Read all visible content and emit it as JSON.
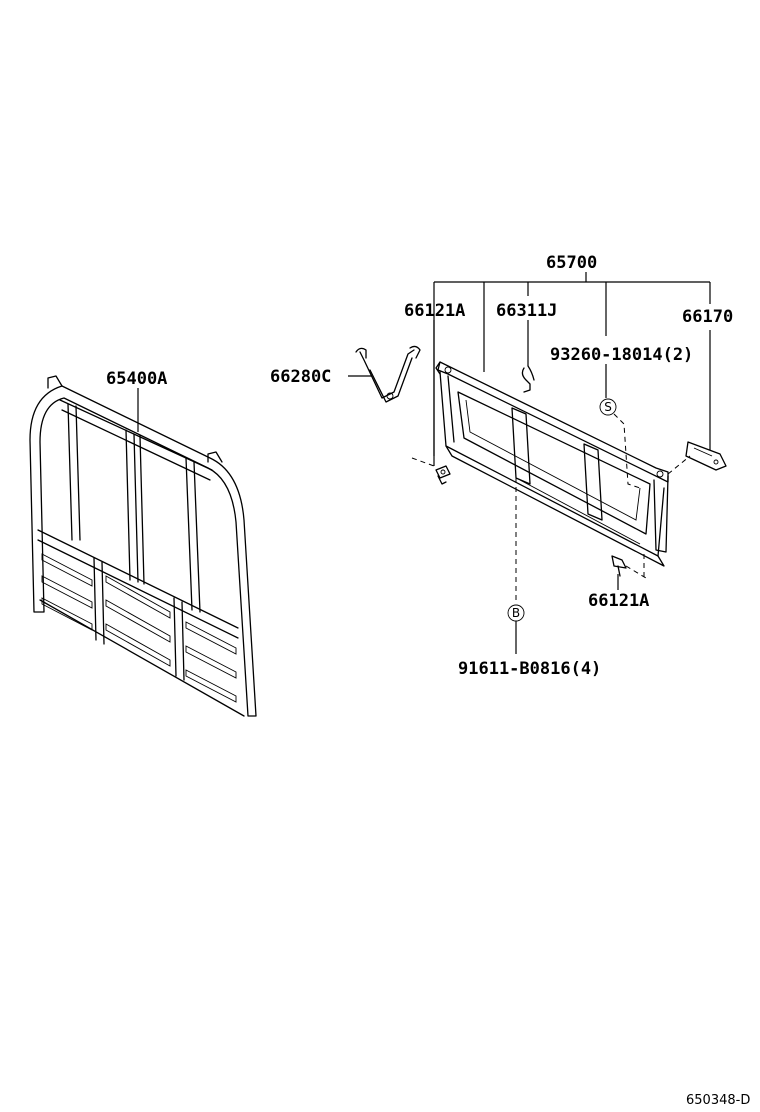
{
  "labels": {
    "assembly_main": "65700",
    "clip_left": "66121A",
    "hook": "66311J",
    "bolt_s": "93260-18014(2)",
    "handle": "66170",
    "strap": "66280C",
    "panel": "65400A",
    "clip_lower": "66121A",
    "bolt_b": "91611-B0816(4)",
    "ref_code": "650348-D"
  },
  "markers": {
    "s": "S",
    "b": "B"
  }
}
